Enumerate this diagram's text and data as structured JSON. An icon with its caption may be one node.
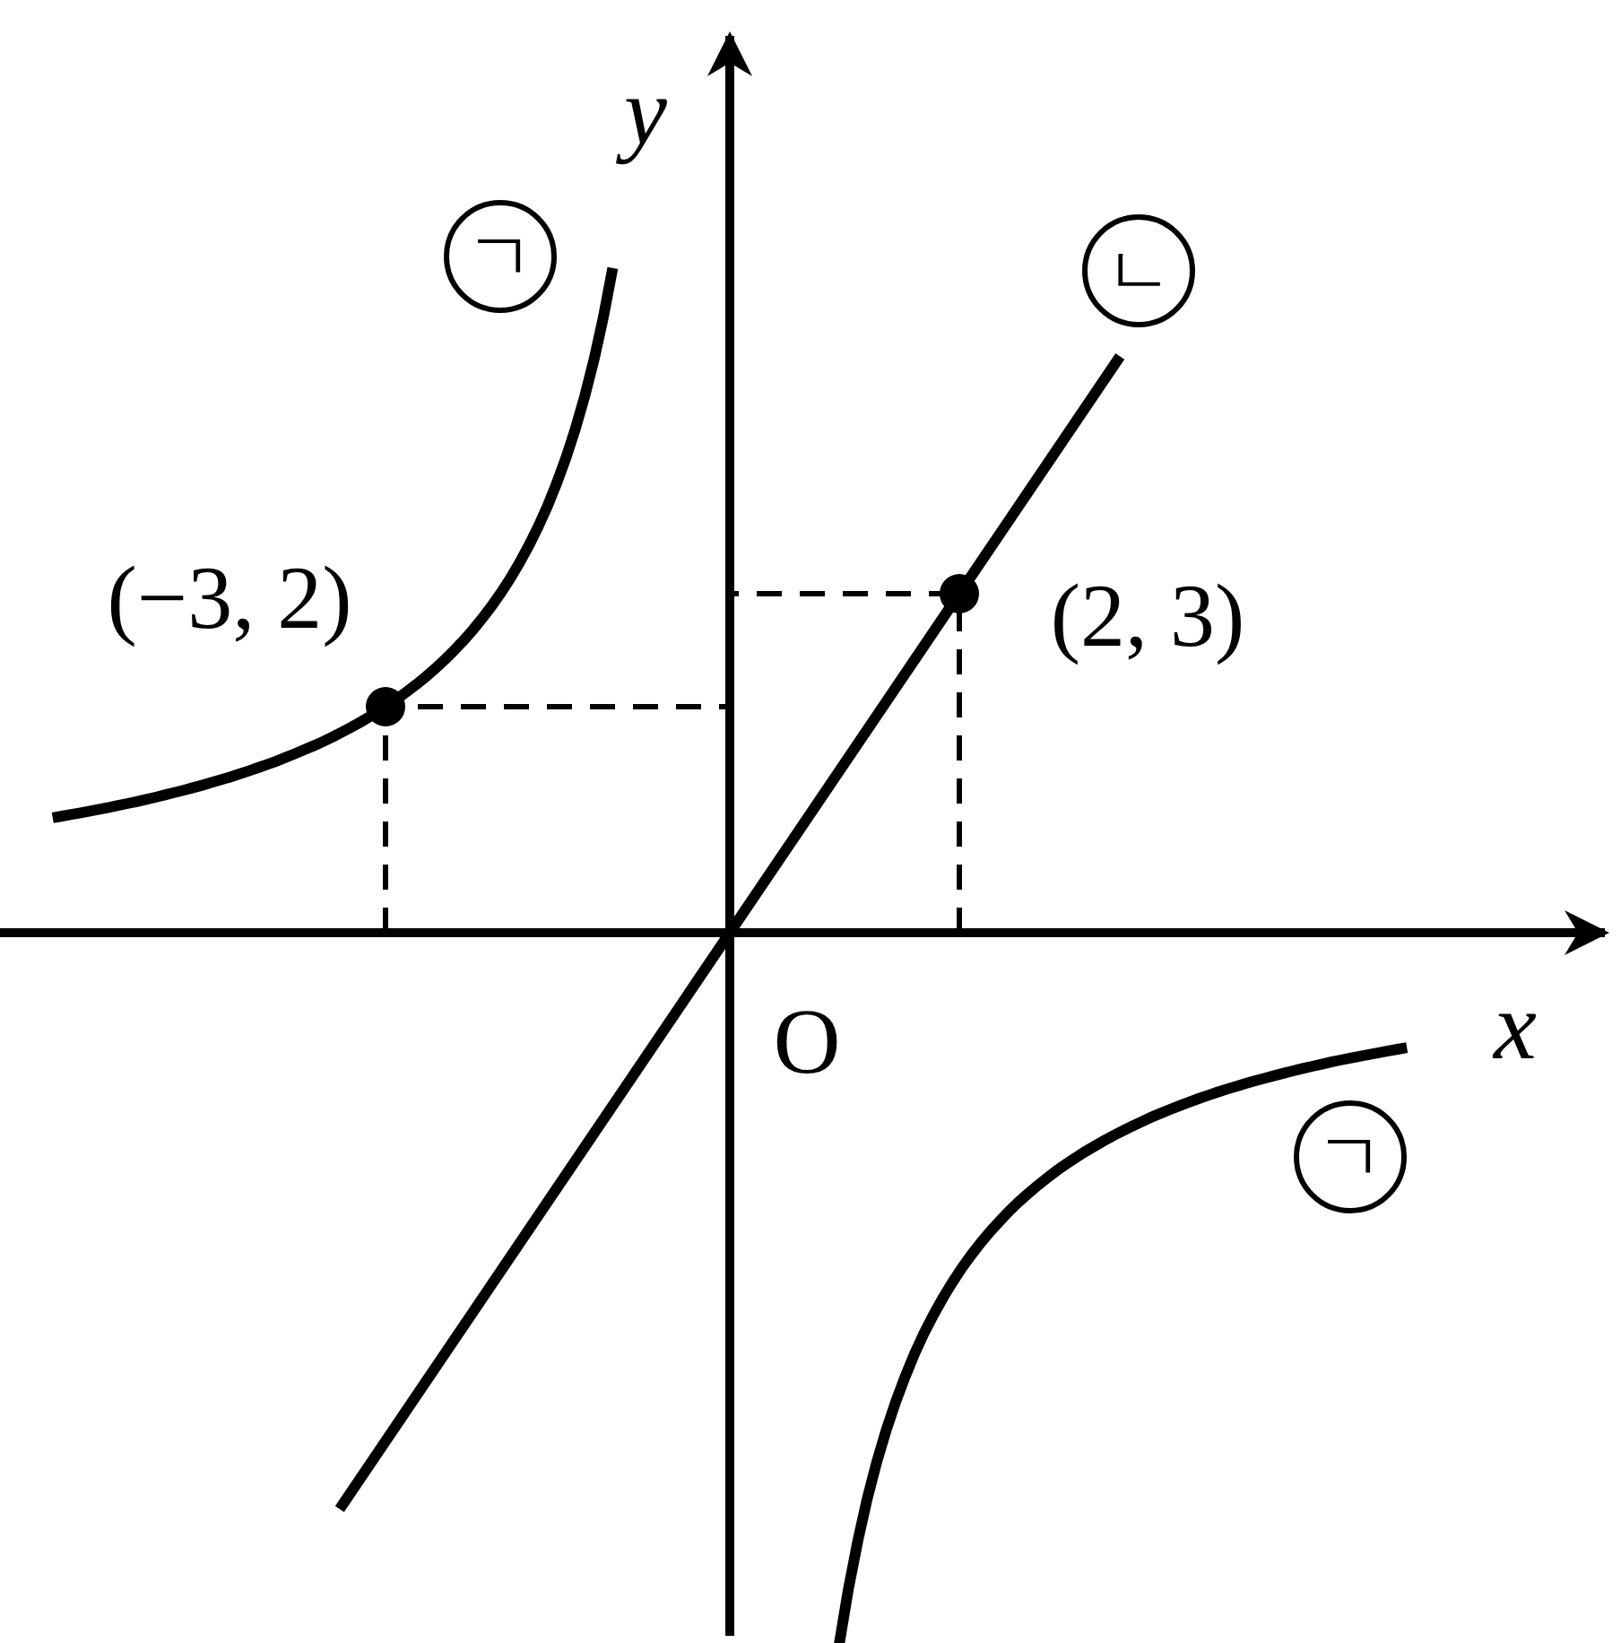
{
  "diagram": {
    "labels": [
      "y",
      "ㄱ",
      "ㄴ",
      "(−3, 2)",
      "(2, 3)",
      "O",
      "x",
      "ㄱ"
    ]
  }
}
